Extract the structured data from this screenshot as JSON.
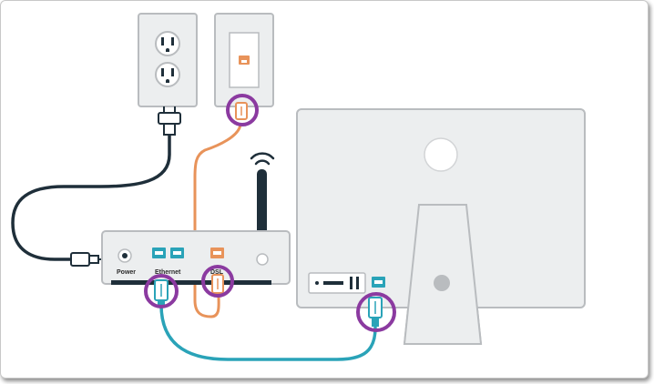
{
  "router": {
    "power_label": "Power",
    "ethernet_label": "Ethernet",
    "dsl_label": "DSL"
  },
  "colors": {
    "power_cord": "#1f2f3a",
    "phone_cable": "#e8935a",
    "ethernet_cable": "#2aa3b8",
    "highlight_ring": "#8b3aa0",
    "device_fill": "#eceeef",
    "device_stroke": "#b9bcbf"
  },
  "icons": {
    "wall_outlet": "wall-outlet-icon",
    "phone_jack": "phone-jack-icon",
    "router": "router-icon",
    "monitor": "monitor-icon"
  }
}
